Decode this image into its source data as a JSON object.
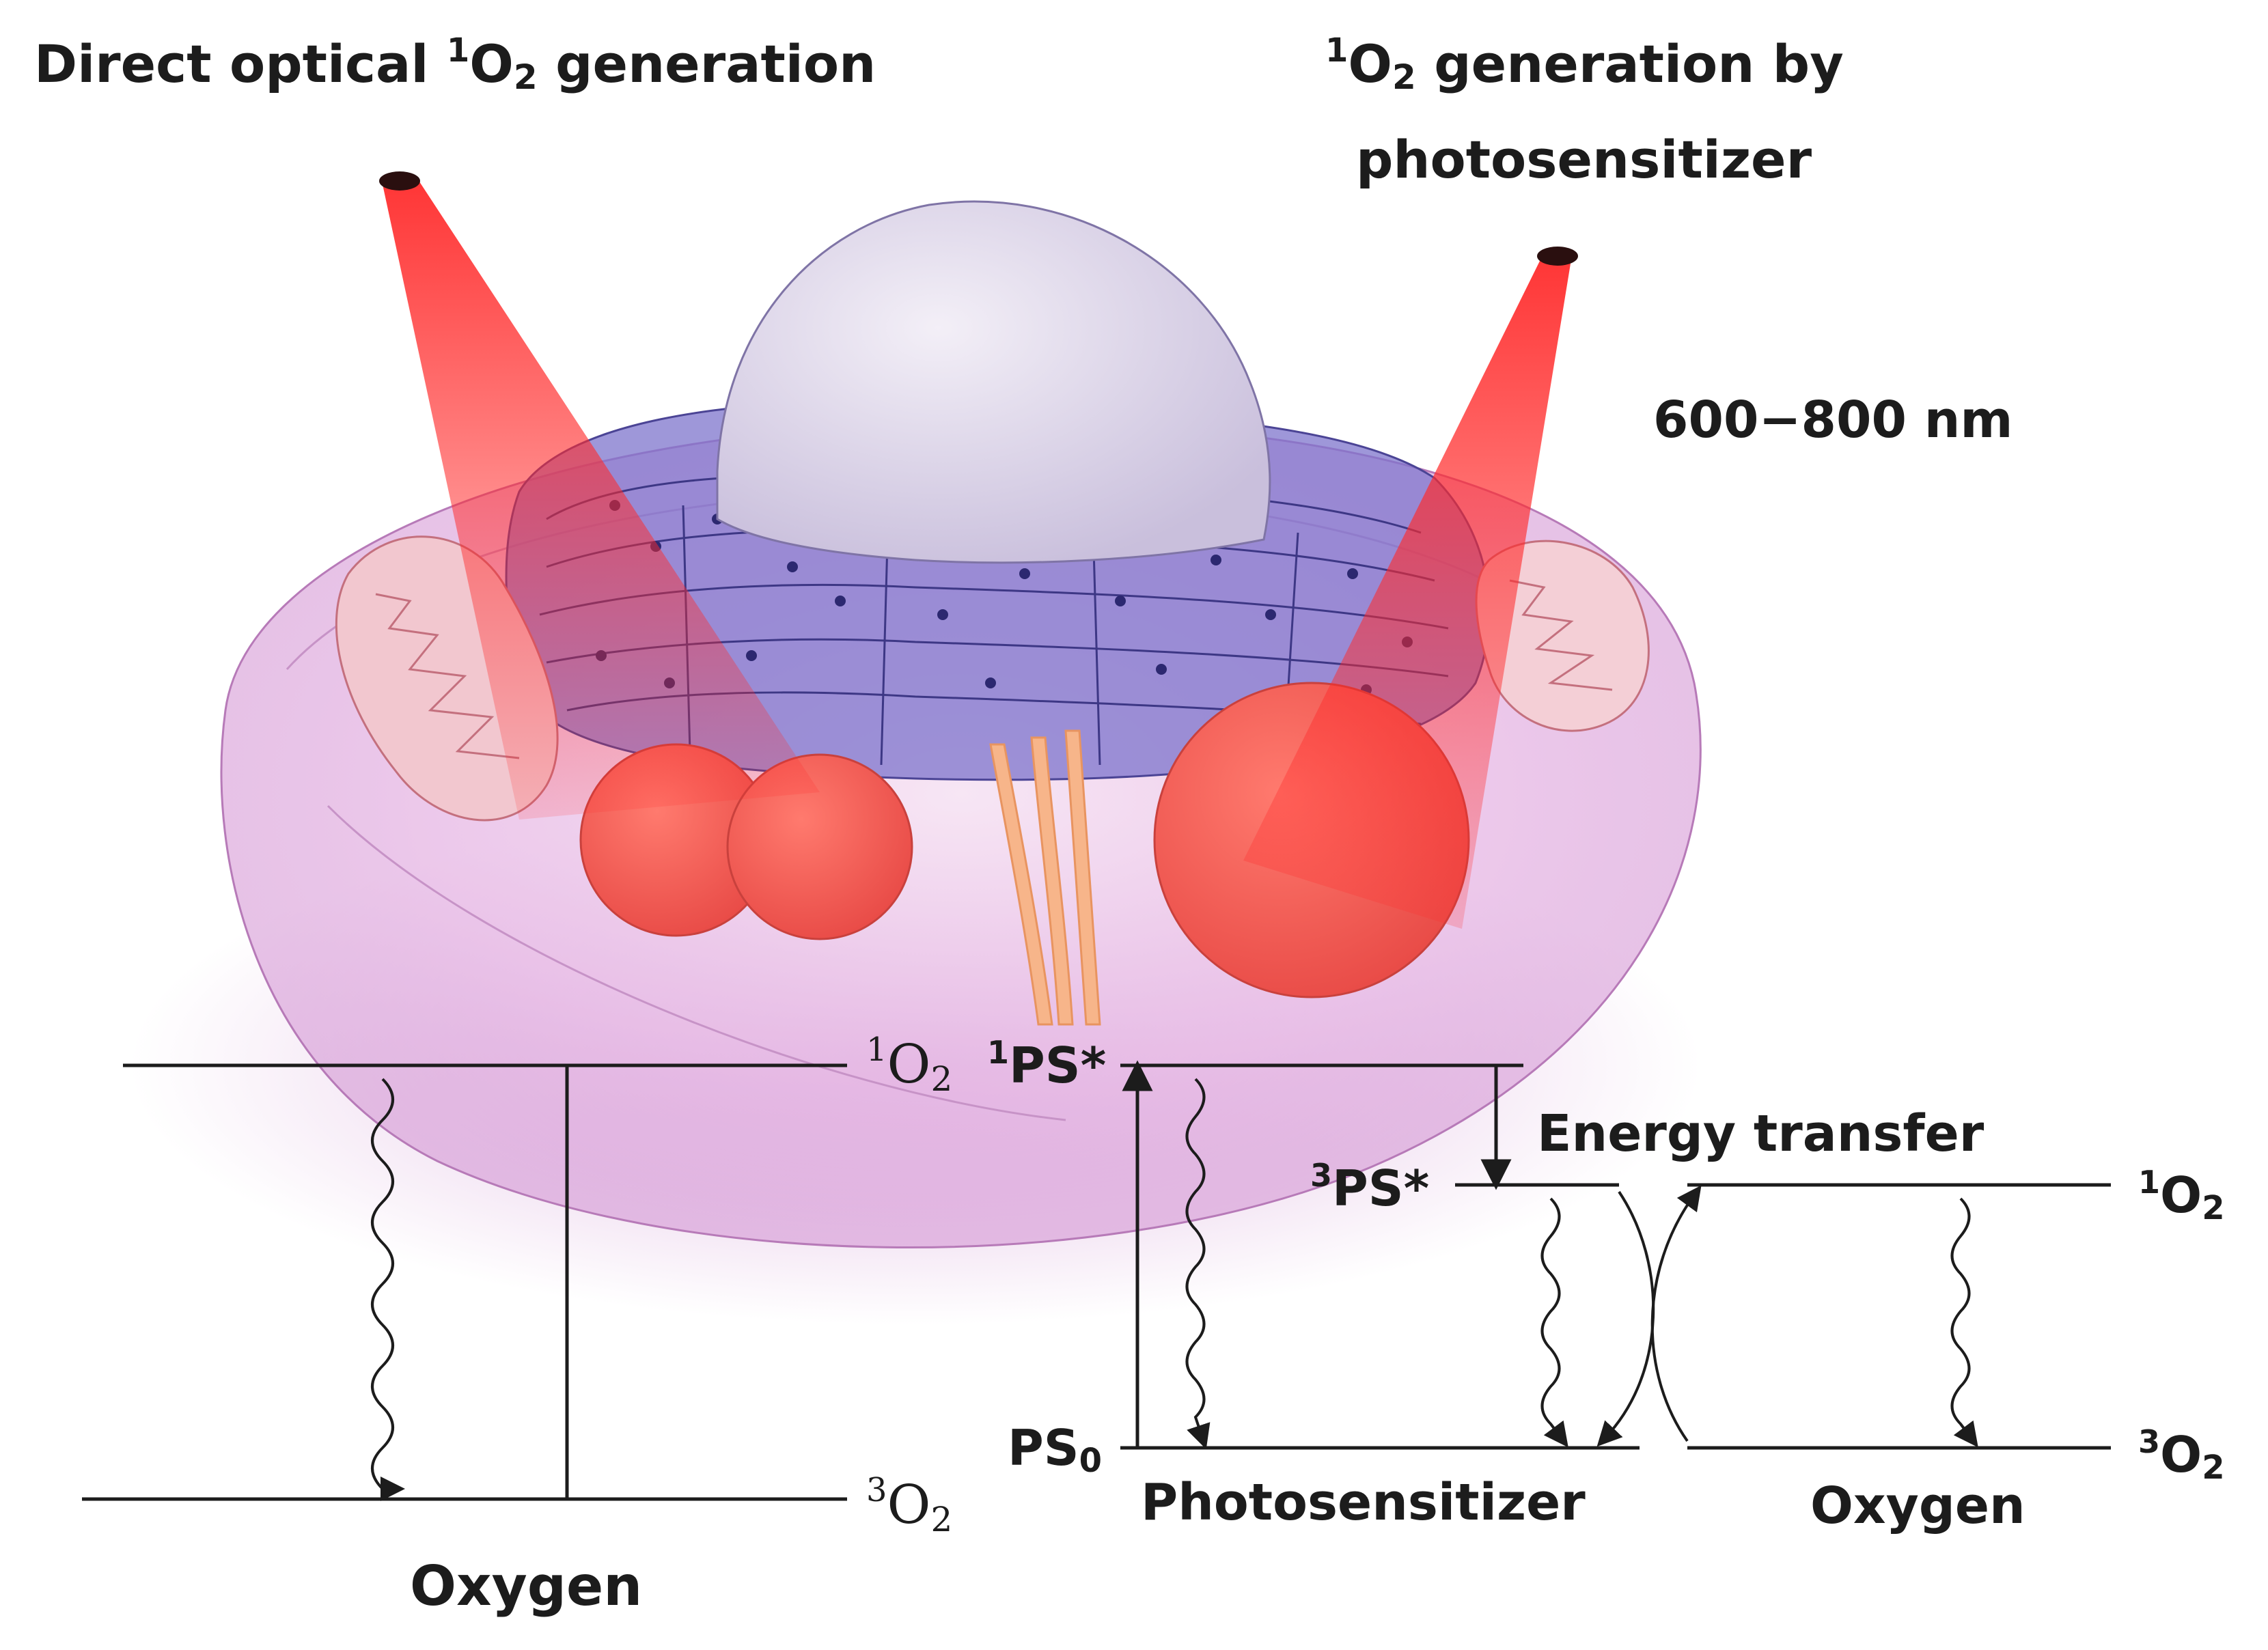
{
  "titles": {
    "direct": {
      "main": "Direct optical ",
      "sup": "1",
      "species": "O",
      "sub": "2",
      "rest": " generation"
    },
    "ps_line1": {
      "sup": "1",
      "species": "O",
      "sub": "2",
      "rest": " generation by"
    },
    "ps_line2": "photosensitizer"
  },
  "wavelength": "600−800 nm",
  "left_diagram": {
    "top_level": {
      "sup": "1",
      "species": "O",
      "sub": "2"
    },
    "bottom_level": {
      "sup": "3",
      "species": "O",
      "sub": "2"
    },
    "caption": "Oxygen"
  },
  "ps_diagram": {
    "singlet": {
      "sup": "1",
      "label": "PS*"
    },
    "triplet": {
      "sup": "3",
      "label": "PS*"
    },
    "ground": {
      "label": "PS",
      "sub": "0"
    },
    "caption": "Photosensitizer",
    "transfer": "Energy transfer"
  },
  "right_oxygen": {
    "top_level": {
      "sup": "1",
      "species": "O",
      "sub": "2"
    },
    "bottom_level": {
      "sup": "3",
      "species": "O",
      "sub": "2"
    },
    "caption": "Oxygen"
  },
  "colors": {
    "laser": "#ff3b3b",
    "nucleus": "#e4dcec",
    "er": "#6d66c2",
    "cell": "#cf8fd0",
    "lysosome": "#ef5a55",
    "line": "#1c1c1c"
  }
}
